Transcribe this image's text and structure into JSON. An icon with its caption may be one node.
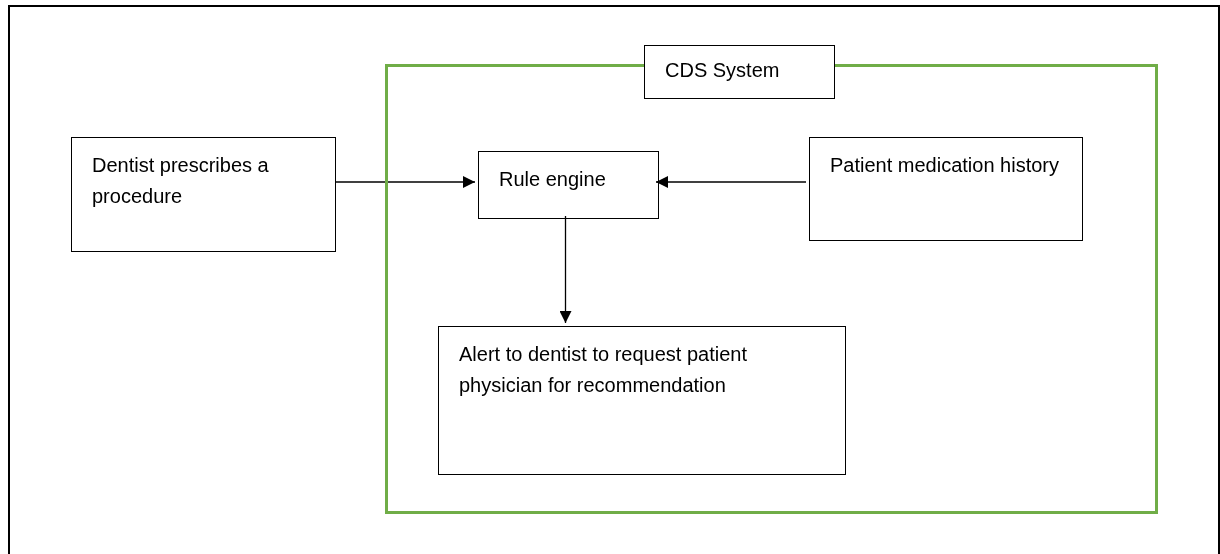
{
  "diagram": {
    "nodes": [
      {
        "text": [
          "CDS System"
        ]
      },
      {
        "text": [
          "Dentist prescribes a procedure"
        ]
      },
      {
        "text": [
          "Rule engine"
        ],
        "in": 0
      },
      {
        "text": [
          "Patient medication history"
        ],
        "in": 0
      },
      {
        "text": [
          "Alert to dentist to request patient physician for recommendation"
        ],
        "in": 0
      }
    ],
    "edges": [
      {
        "from": 1,
        "to": 2,
        "arrow": "to"
      },
      {
        "from": 3,
        "to": 2,
        "arrow": "to"
      },
      {
        "from": 2,
        "to": 4,
        "arrow": "to"
      }
    ]
  }
}
